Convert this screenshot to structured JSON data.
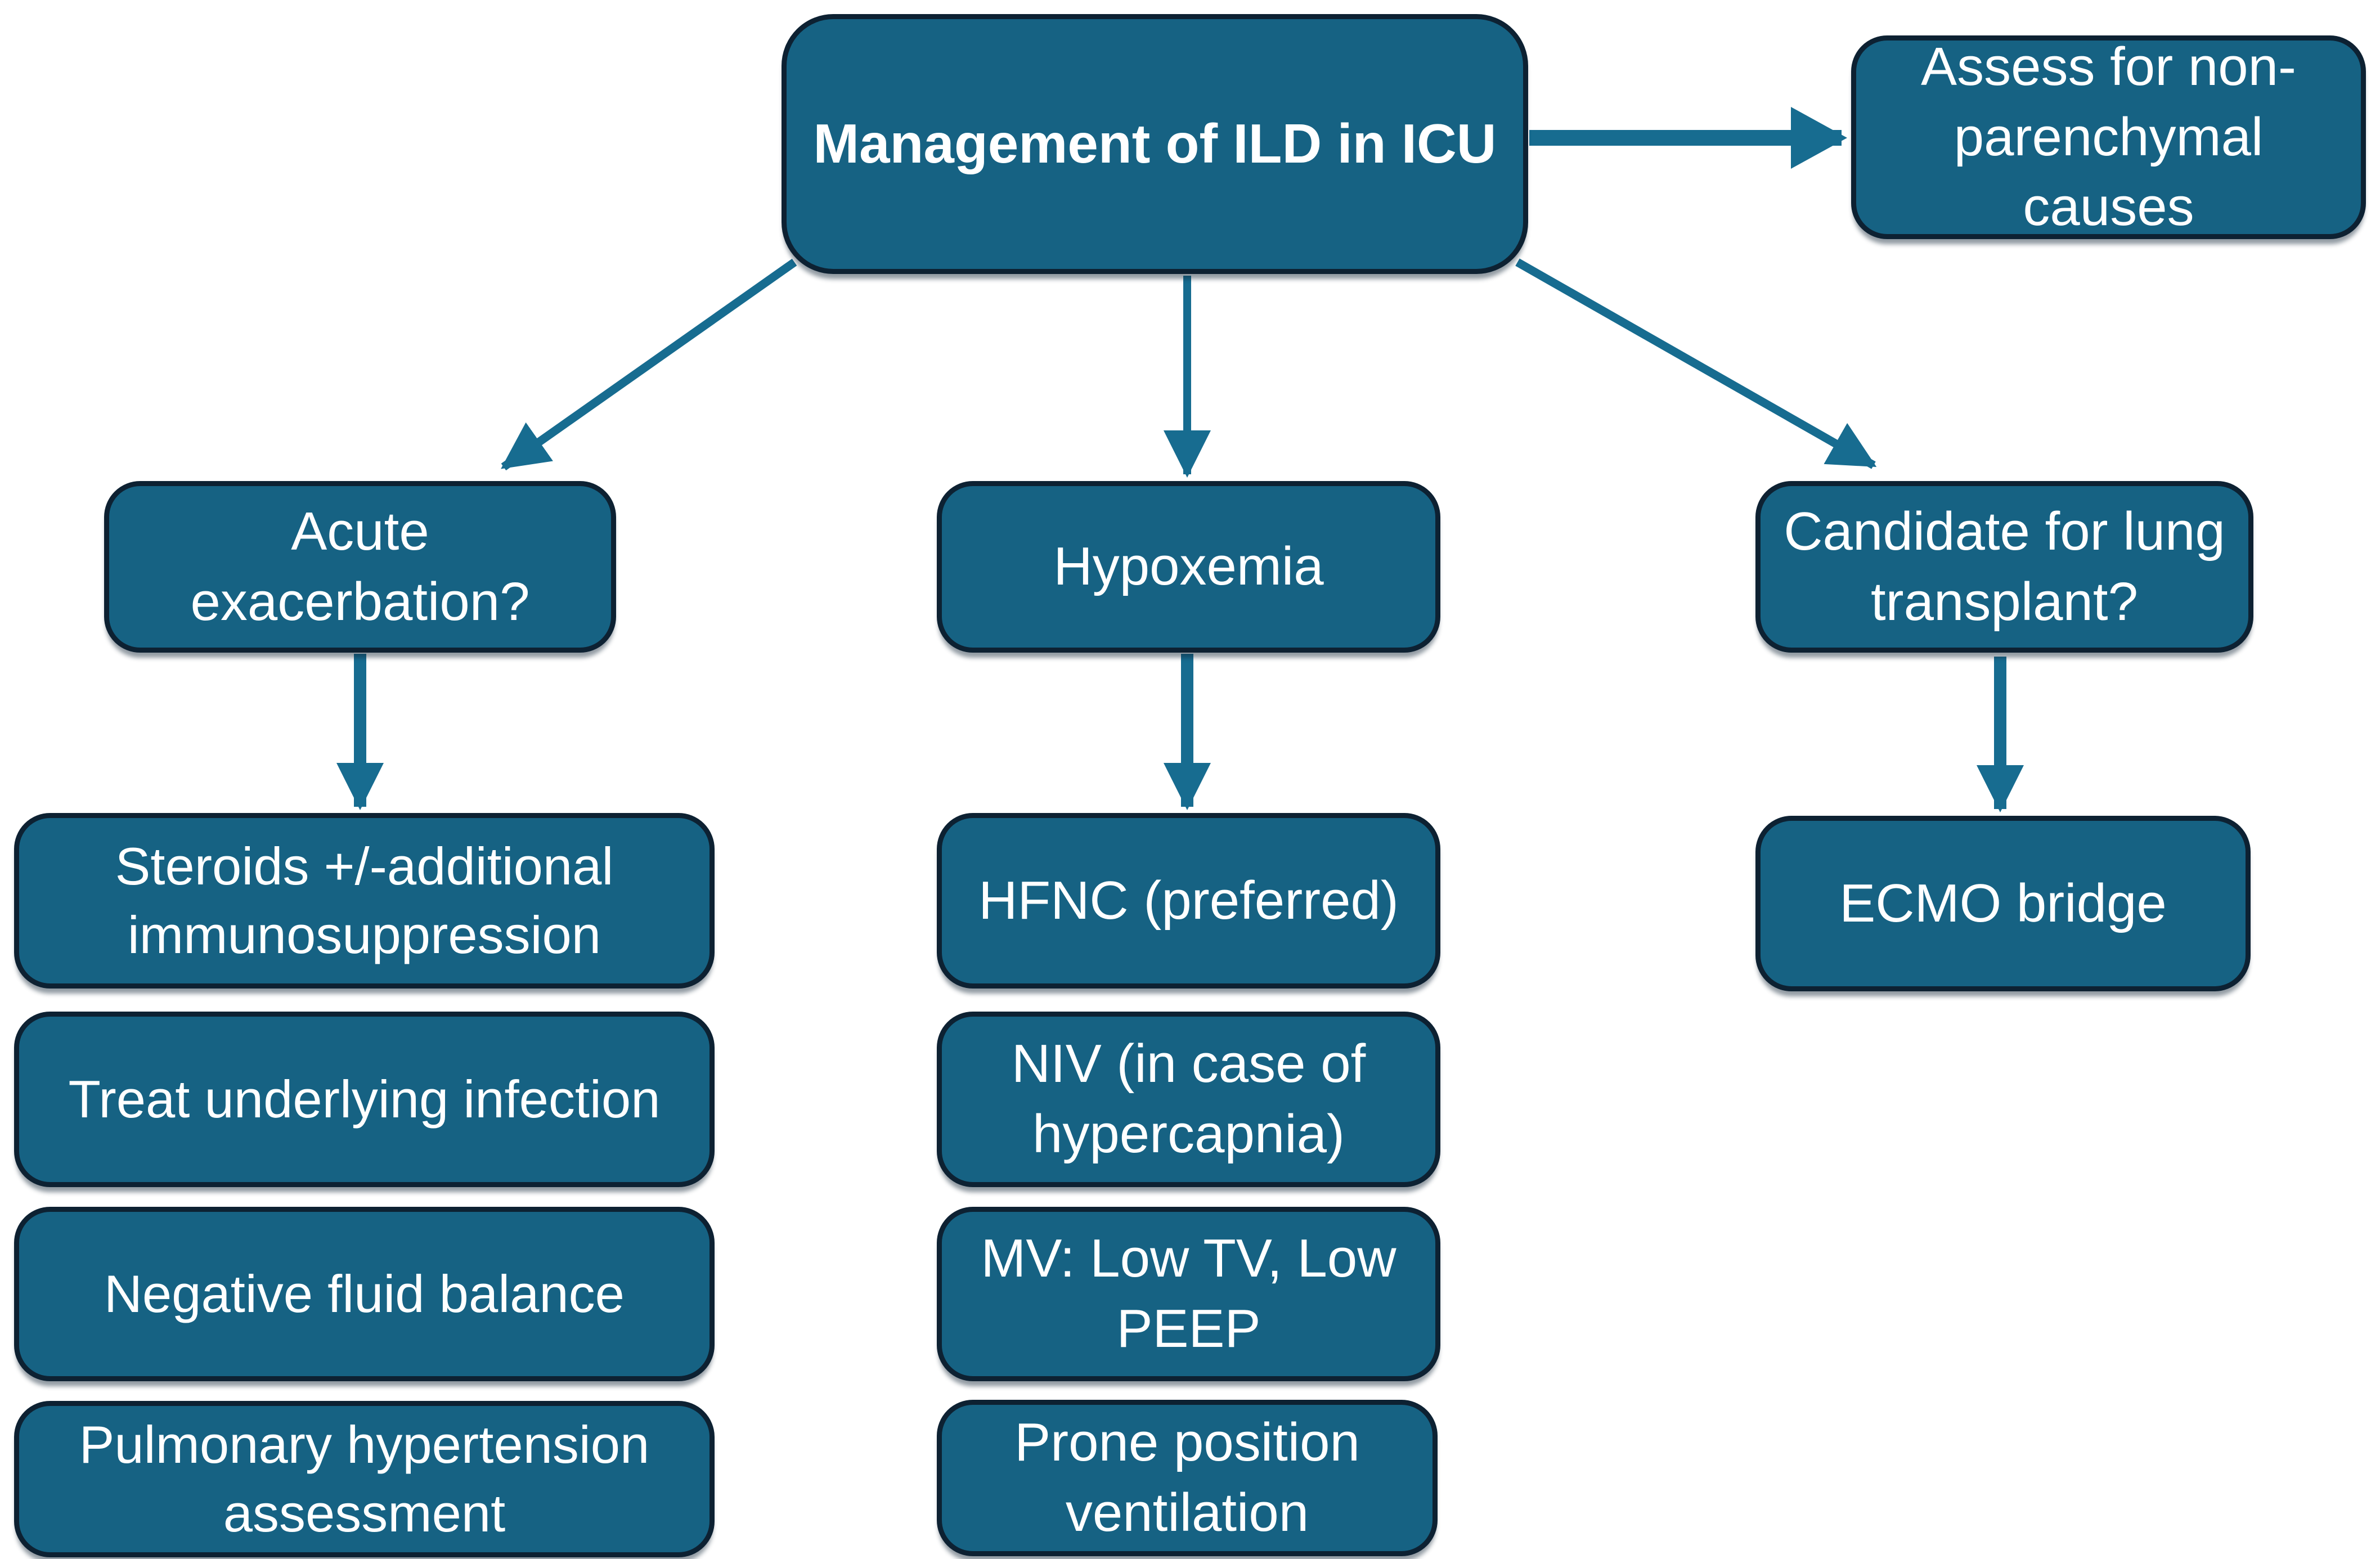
{
  "diagram": {
    "title": "Management of ILD in ICU flowchart",
    "background": "#ffffff",
    "node_fill": "#166283",
    "node_border": "#0d2132",
    "arrow_color": "#176c90",
    "text_color": "#ffffff"
  },
  "nodes": {
    "main": {
      "label": "Management of ILD in ICU"
    },
    "assess": {
      "label": "Assess for non-parenchymal causes"
    },
    "acute": {
      "label": "Acute exacerbation?"
    },
    "hypoxemia": {
      "label": "Hypoxemia"
    },
    "candidate": {
      "label": "Candidate for lung transplant?"
    },
    "steroids": {
      "label": "Steroids +/-additional immunosuppression"
    },
    "hfnc": {
      "label": "HFNC (preferred)"
    },
    "ecmo": {
      "label": "ECMO bridge"
    },
    "treat": {
      "label": "Treat underlying infection"
    },
    "niv": {
      "label": "NIV (in case of hypercapnia)"
    },
    "negative": {
      "label": "Negative fluid balance"
    },
    "mv": {
      "label": "MV: Low TV, Low PEEP"
    },
    "pulmonary": {
      "label": "Pulmonary hypertension assessment"
    },
    "prone": {
      "label": "Prone position ventilation"
    }
  },
  "edges": [
    {
      "from": "main",
      "to": "assess"
    },
    {
      "from": "main",
      "to": "acute"
    },
    {
      "from": "main",
      "to": "hypoxemia"
    },
    {
      "from": "main",
      "to": "candidate"
    },
    {
      "from": "acute",
      "to": "steroids"
    },
    {
      "from": "hypoxemia",
      "to": "hfnc"
    },
    {
      "from": "candidate",
      "to": "ecmo"
    }
  ]
}
